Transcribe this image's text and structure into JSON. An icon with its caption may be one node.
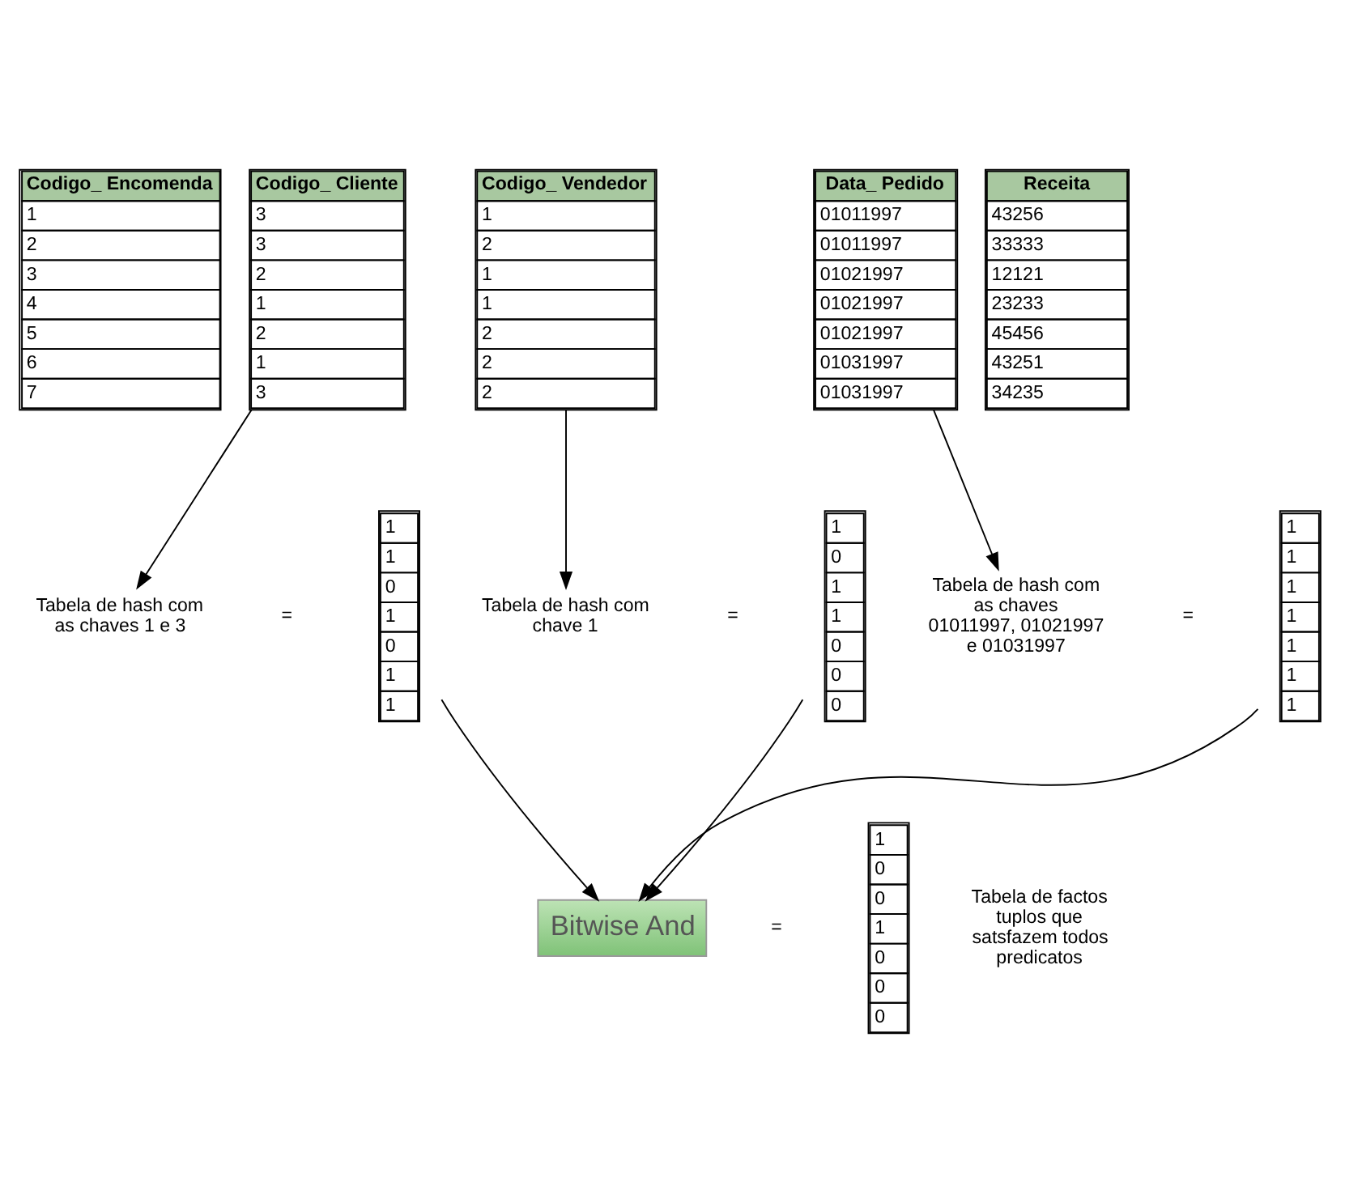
{
  "diagram": {
    "nodes": [
      {
        "text": [
          "Codigo_ Encomenda",
          "1",
          "2",
          "3",
          "4",
          "5",
          "6",
          "7"
        ]
      },
      {
        "text": [
          "Codigo_ Cliente",
          "3",
          "3",
          "2",
          "1",
          "2",
          "1",
          "3"
        ]
      },
      {
        "text": [
          "Codigo_ Vendedor",
          "1",
          "2",
          "1",
          "1",
          "2",
          "2",
          "2"
        ]
      },
      {
        "text": [
          "Data_ Pedido",
          "01011997",
          "01011997",
          "01021997",
          "01021997",
          "01021997",
          "01031997",
          "01031997"
        ]
      },
      {
        "text": [
          "Receita",
          "43256",
          "33333",
          "12121",
          "23233",
          "45456",
          "43251",
          "34235"
        ]
      },
      {
        "text": [
          "Tabela de hash com as chaves 1 e 3"
        ]
      },
      {
        "text": [
          "1",
          "1",
          "0",
          "1",
          "0",
          "1",
          "1"
        ]
      },
      {
        "text": [
          "Tabela de hash com chave 1"
        ]
      },
      {
        "text": [
          "1",
          "0",
          "1",
          "1",
          "0",
          "0",
          "0"
        ]
      },
      {
        "text": [
          "Tabela de hash com as chaves 01011997, 01021997 e 01031997"
        ]
      },
      {
        "text": [
          "1",
          "1",
          "1",
          "1",
          "1",
          "1",
          "1"
        ]
      },
      {
        "text": [
          "Bitwise And"
        ]
      },
      {
        "text": [
          "1",
          "0",
          "0",
          "1",
          "0",
          "0",
          "0"
        ]
      },
      {
        "text": [
          "Tabela de factos tuplos que satsfazem todos predicatos"
        ]
      }
    ],
    "edges": [
      {
        "from": 1,
        "to": 5,
        "arrow": "to"
      },
      {
        "from": 2,
        "to": 7,
        "arrow": "to"
      },
      {
        "from": 3,
        "to": 9,
        "arrow": "to"
      },
      {
        "from": 6,
        "to": 11,
        "arrow": "to"
      },
      {
        "from": 8,
        "to": 11,
        "arrow": "to"
      },
      {
        "from": 10,
        "to": 11,
        "arrow": "to"
      }
    ],
    "labels": [
      "=",
      "=",
      "=",
      "="
    ]
  }
}
